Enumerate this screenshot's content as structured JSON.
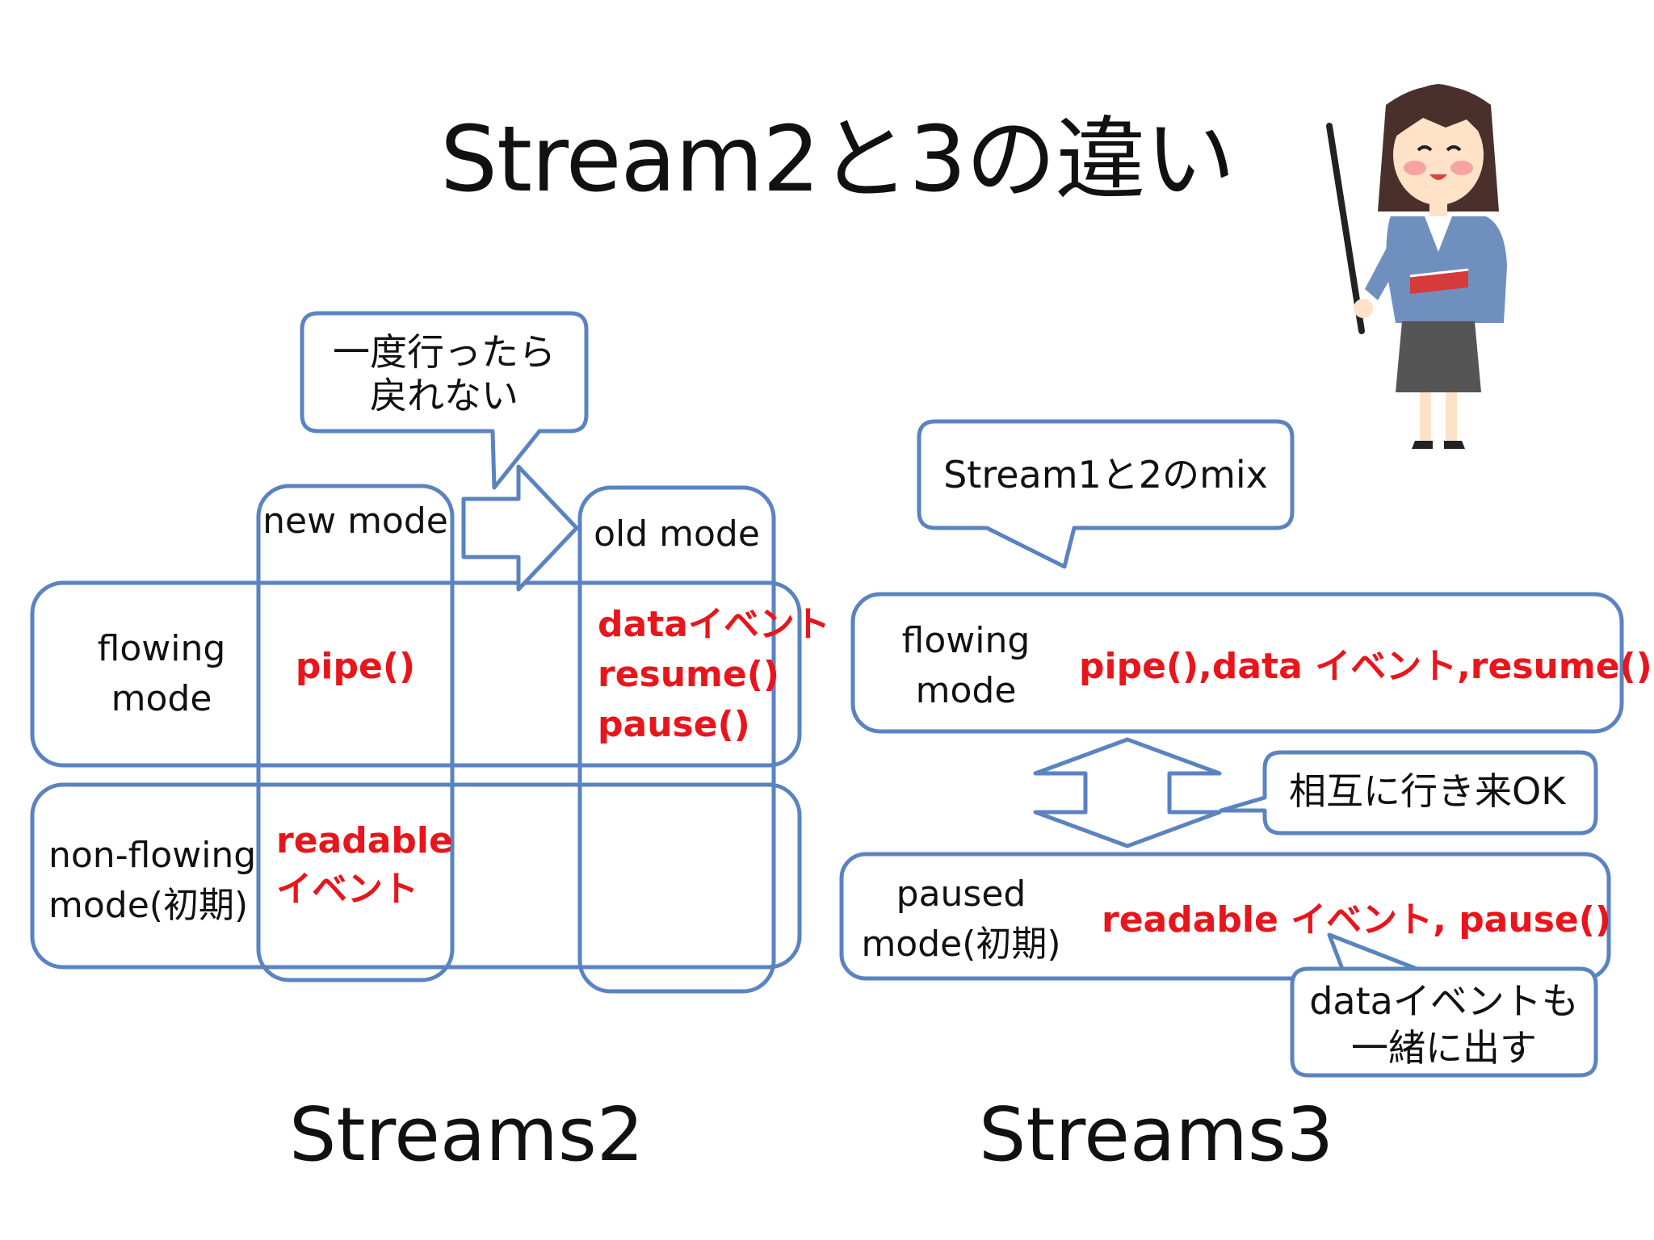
{
  "slide_title": "Stream2と3の違い",
  "colors": {
    "box_stroke": "#5a83c0",
    "highlight_text": "#e8151c",
    "text": "#111111"
  },
  "teacher_illustration": {
    "icon": "teacher-with-pointer-icon"
  },
  "streams2": {
    "footer": "Streams2",
    "callout": {
      "line1": "一度行ったら",
      "line2": "戻れない"
    },
    "new_mode": "new mode",
    "old_mode": "old mode",
    "flowing_mode": {
      "line1": "flowing",
      "line2": "mode"
    },
    "non_flowing_mode": {
      "line1": "non-flowing",
      "line2": "mode(初期)"
    },
    "new_flowing": "pipe()",
    "new_nonflowing": {
      "line1": "readable",
      "line2": "イベント"
    },
    "old_flowing": {
      "line1": "dataイベント",
      "line2": "resume()",
      "line3": "pause()"
    }
  },
  "streams3": {
    "footer": "Streams3",
    "callout_mix": "Stream1と2のmix",
    "flowing_mode": {
      "line1": "flowing",
      "line2": "mode"
    },
    "flowing_methods": "pipe(),data イベント,resume()",
    "paused_mode": {
      "line1": "paused",
      "line2": "mode(初期)"
    },
    "paused_methods": "readable イベント, pause()",
    "callout_mutual": "相互に行き来OK",
    "callout_data": {
      "line1": "dataイベントも",
      "line2": "一緒に出す"
    }
  }
}
